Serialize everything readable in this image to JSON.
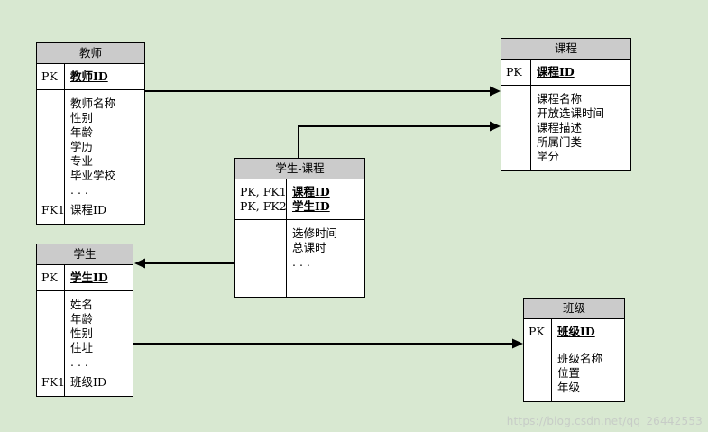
{
  "page": {
    "background": "#d8e8d1",
    "watermark": "https://blog.csdn.net/qq_26442553"
  },
  "colors": {
    "entity_header_fill": "#cbcbcb",
    "entity_body_fill": "#ffffff",
    "border": "#000000",
    "connector": "#000000"
  },
  "entities": {
    "teacher": {
      "title": "教师",
      "key_rows": [
        {
          "tag": "PK",
          "name": "教师ID"
        }
      ],
      "attr_rows": [
        {
          "tag": "",
          "name": "教师名称"
        },
        {
          "tag": "",
          "name": "性别"
        },
        {
          "tag": "",
          "name": "年龄"
        },
        {
          "tag": "",
          "name": "学历"
        },
        {
          "tag": "",
          "name": "专业"
        },
        {
          "tag": "",
          "name": "毕业学校"
        },
        {
          "tag": "",
          "name": ". . ."
        },
        {
          "tag": "FK1",
          "name": "课程ID"
        }
      ]
    },
    "course": {
      "title": "课程",
      "key_rows": [
        {
          "tag": "PK",
          "name": "课程ID"
        }
      ],
      "attr_rows": [
        {
          "tag": "",
          "name": "课程名称"
        },
        {
          "tag": "",
          "name": "开放选课时间"
        },
        {
          "tag": "",
          "name": "课程描述"
        },
        {
          "tag": "",
          "name": "所属门类"
        },
        {
          "tag": "",
          "name": "学分"
        }
      ]
    },
    "student_course": {
      "title": "学生-课程",
      "key_rows": [
        {
          "tag": "PK, FK1",
          "name": "课程ID"
        },
        {
          "tag": "PK, FK2",
          "name": "学生ID"
        }
      ],
      "attr_rows": [
        {
          "tag": "",
          "name": "选修时间"
        },
        {
          "tag": "",
          "name": "总课时"
        },
        {
          "tag": "",
          "name": ". . ."
        }
      ]
    },
    "student": {
      "title": "学生",
      "key_rows": [
        {
          "tag": "PK",
          "name": "学生ID"
        }
      ],
      "attr_rows": [
        {
          "tag": "",
          "name": "姓名"
        },
        {
          "tag": "",
          "name": "年龄"
        },
        {
          "tag": "",
          "name": "性别"
        },
        {
          "tag": "",
          "name": "住址"
        },
        {
          "tag": "",
          "name": ". . ."
        },
        {
          "tag": "FK1",
          "name": "班级ID"
        }
      ]
    },
    "clazz": {
      "title": "班级",
      "key_rows": [
        {
          "tag": "PK",
          "name": "班级ID"
        }
      ],
      "attr_rows": [
        {
          "tag": "",
          "name": "班级名称"
        },
        {
          "tag": "",
          "name": "位置"
        },
        {
          "tag": "",
          "name": "年级"
        }
      ]
    }
  },
  "relationships": [
    {
      "from": "教师",
      "to": "课程"
    },
    {
      "from": "学生-课程",
      "to": "课程"
    },
    {
      "from": "学生-课程",
      "to": "学生"
    },
    {
      "from": "学生",
      "to": "班级"
    }
  ]
}
